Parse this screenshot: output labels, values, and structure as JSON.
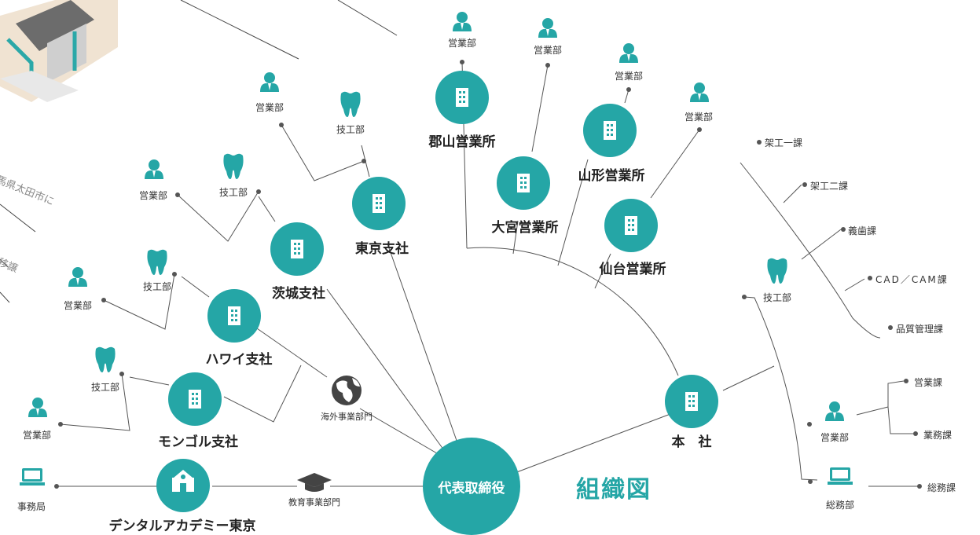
{
  "title": "組織図",
  "ceo": "代表取締役",
  "faint_text": [
    "馬県太田市に",
    "移譲"
  ],
  "divisions": {
    "overseas": "海外事業部門",
    "education": "教育事業部門"
  },
  "offices": {
    "koriyama": "郡山営業所",
    "omiya": "大宮営業所",
    "yamagata": "山形営業所",
    "sendai": "仙台営業所",
    "tokyo": "東京支社",
    "ibaraki": "茨城支社",
    "hawaii": "ハワイ支社",
    "mongol": "モンゴル支社",
    "honsha": "本　社",
    "academy": "デンタルアカデミー東京"
  },
  "depts": {
    "sales": "営業部",
    "tech": "技工部",
    "general": "総務部",
    "secretariat": "事務局"
  },
  "sections": {
    "kako1": "架工一課",
    "kako2": "架工二課",
    "gishi": "義歯課",
    "cadcam": "CAD／CAM課",
    "quality": "品質管理課",
    "sales": "営業課",
    "business": "業務課",
    "general": "総務課"
  },
  "colors": {
    "accent": "#25a6a6",
    "line": "#555555",
    "icon": "#25a6a6",
    "dark": "#444444"
  }
}
